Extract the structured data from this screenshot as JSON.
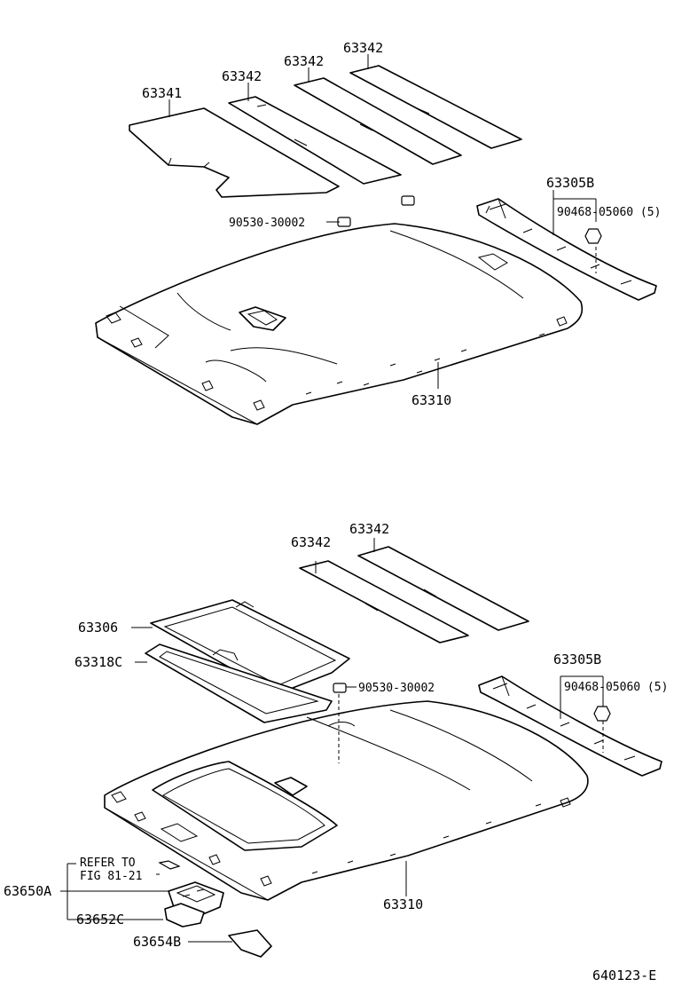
{
  "diagram": {
    "labels": {
      "u_63341": "63341",
      "u_63342_a": "63342",
      "u_63342_b": "63342",
      "u_63342_c": "63342",
      "u_90530": "90530-30002",
      "u_63305B": "63305B",
      "u_90468": "90468-05060 (5)",
      "u_63310": "63310",
      "l_63342_a": "63342",
      "l_63342_b": "63342",
      "l_63306": "63306",
      "l_63318C": "63318C",
      "l_90530": "90530-30002",
      "l_63305B": "63305B",
      "l_90468": "90468-05060 (5)",
      "l_63310": "63310",
      "l_refer_to": "REFER TO",
      "l_fig": "FIG 81-21",
      "l_63650A": "63650A",
      "l_63652C": "63652C",
      "l_63654B": "63654B",
      "footer_code": "640123-E"
    }
  }
}
